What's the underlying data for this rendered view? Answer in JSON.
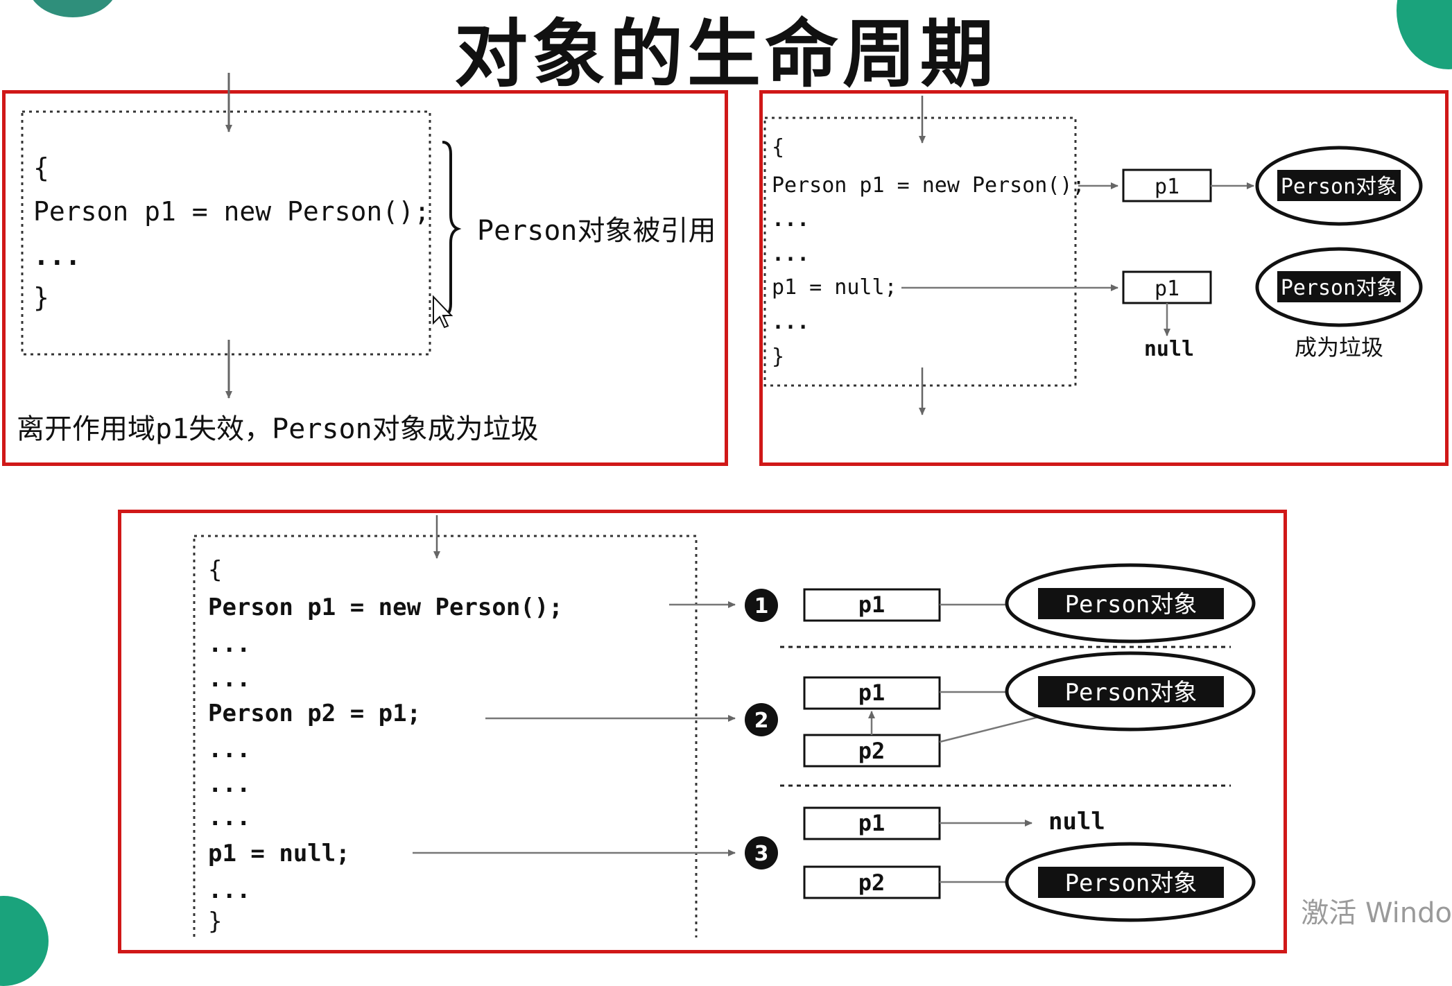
{
  "title": "对象的生命周期",
  "logo_text": "",
  "panel_a": {
    "code": [
      "{",
      "Person p1 = new Person();",
      "...",
      "}"
    ],
    "brace_label": "Person对象被引用",
    "bottom_label": "离开作用域p1失效，Person对象成为垃圾"
  },
  "panel_b": {
    "code": [
      "{",
      "Person p1 = new Person();",
      "...",
      "...",
      "p1 = null;",
      "...",
      "}"
    ],
    "ref1": "p1",
    "ref2": "p1",
    "obj1": "Person对象",
    "obj2": "Person对象",
    "null_label": "null",
    "garbage_label": "成为垃圾"
  },
  "panel_c": {
    "code": [
      "{",
      "Person p1 = new Person();",
      "...",
      "...",
      "Person p2 = p1;",
      "...",
      "...",
      "...",
      "p1   = null;",
      "...",
      "}"
    ],
    "step1": "1",
    "step2": "2",
    "step3": "3",
    "s1_p1": "p1",
    "s1_obj": "Person对象",
    "s2_p1": "p1",
    "s2_p2": "p2",
    "s2_obj": "Person对象",
    "s3_p1": "p1",
    "s3_null": "null",
    "s3_p2": "p2",
    "s3_obj": "Person对象"
  },
  "watermark": "激活 Windo"
}
